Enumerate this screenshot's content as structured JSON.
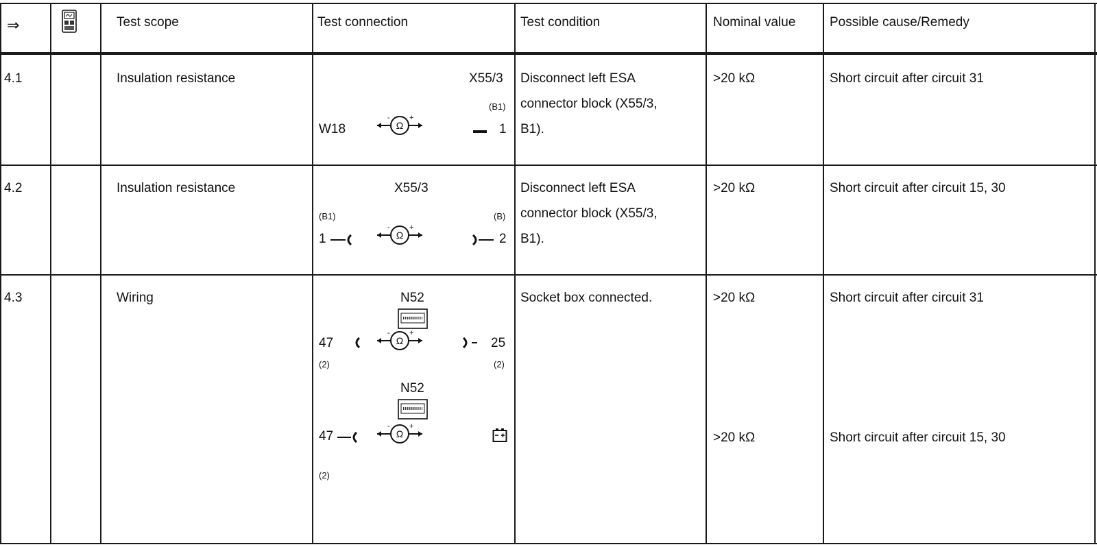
{
  "header": {
    "arrow": "⇒",
    "tester_icon": "multimeter-icon",
    "test_scope": "Test scope",
    "test_connection": "Test connection",
    "test_condition": "Test condition",
    "nominal_value": "Nominal value",
    "possible_cause": "Possible cause/Remedy"
  },
  "rows": [
    {
      "step": "4.1",
      "scope": "Insulation resistance",
      "connection": {
        "component": "X55/3",
        "component_ref": "(B1)",
        "left_point": "W18",
        "right_pin": "1",
        "meter": "-Ω+"
      },
      "condition": [
        "Disconnect left ESA",
        "connector block (X55/3,",
        "B1)."
      ],
      "nominal": ">20 kΩ",
      "cause": "Short circuit after circuit 31"
    },
    {
      "step": "4.2",
      "scope": "Insulation resistance",
      "connection": {
        "component": "X55/3",
        "left_ref": "(B1)",
        "right_ref": "(B)",
        "left_pin": "1",
        "right_pin": "2",
        "meter": "-Ω+"
      },
      "condition": [
        "Disconnect left ESA",
        "connector block (X55/3,",
        "B1)."
      ],
      "nominal": ">20 kΩ",
      "cause": "Short circuit after circuit 15, 30"
    },
    {
      "step": "4.3",
      "scope": "Wiring",
      "connection": {
        "component_a": "N52",
        "a_left_pin": "47",
        "a_right_pin": "25",
        "a_left_ref": "(2)",
        "a_right_ref": "(2)",
        "component_b": "N52",
        "b_left_pin": "47",
        "b_left_ref": "(2)",
        "battery_icon": "battery-icon",
        "socket_box_icon": "socket-box-icon",
        "meter": "-Ω+"
      },
      "condition": [
        "Socket box connected."
      ],
      "nominal_1": ">20 kΩ",
      "cause_1": "Short circuit after circuit 31",
      "nominal_2": ">20 kΩ",
      "cause_2": "Short circuit after circuit 15, 30"
    }
  ]
}
